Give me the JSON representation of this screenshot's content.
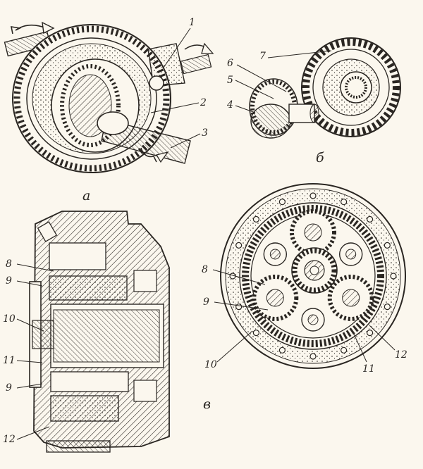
{
  "panels": {
    "a": "а",
    "b": "б",
    "c": "в"
  },
  "callouts": {
    "a1": "1",
    "a2": "2",
    "a3": "3",
    "b4": "4",
    "b5": "5",
    "b6": "6",
    "b7": "7",
    "s8": "8",
    "s9": "9",
    "s10": "10",
    "s11": "11",
    "s9b": "9",
    "s12": "12",
    "f8": "8",
    "f9": "9",
    "f10": "10",
    "f11": "11",
    "f12": "12"
  },
  "colors": {
    "ink": "#2a2622",
    "paper": "#fbf7ee"
  }
}
